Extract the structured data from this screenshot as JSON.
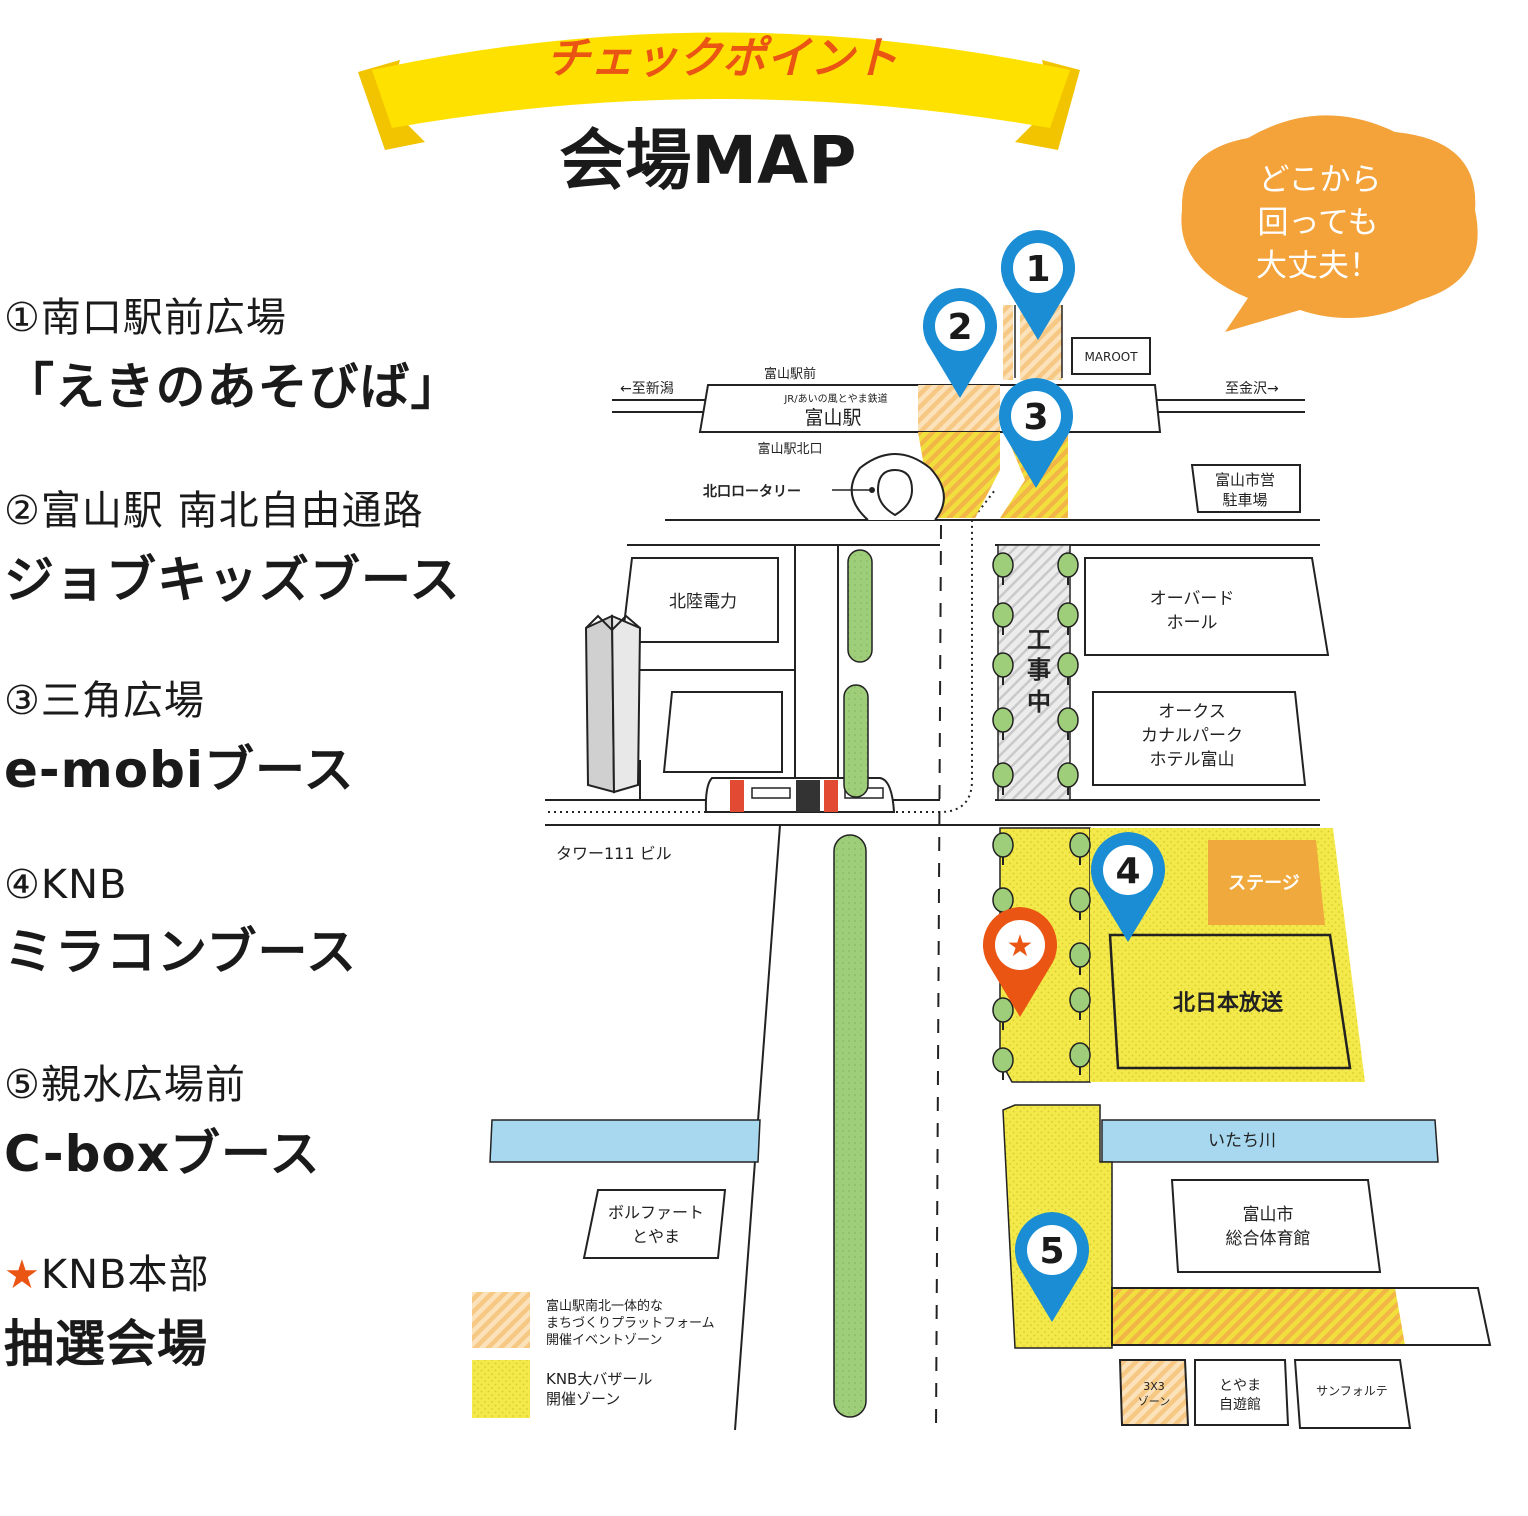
{
  "header": {
    "ribbon_text": "チェックポイント",
    "title": "会場MAP",
    "bubble": [
      "どこから",
      "回っても",
      "大丈夫！"
    ]
  },
  "legend": [
    {
      "line1": "①南口駅前広場",
      "line2": "「えきのあそびば」"
    },
    {
      "line1": "②富山駅 南北自由通路",
      "line2": "ジョブキッズブース"
    },
    {
      "line1": "③三角広場",
      "line2": "e-mobiブース"
    },
    {
      "line1": "④KNB",
      "line2": "ミラコンブース"
    },
    {
      "line1": "⑤親水広場前",
      "line2": "C-boxブース"
    },
    {
      "star": "★",
      "line1": "KNB本部",
      "line2": "抽選会場"
    }
  ],
  "map": {
    "labels": {
      "to_niigata": "←至新潟",
      "to_kanazawa": "至金沢→",
      "station_front": "富山駅前",
      "railway": "JR/あいの風とやま鉄道",
      "station": "富山駅",
      "north_exit": "富山駅北口",
      "rotary": "北口ロータリー",
      "maroot": "MAROOT",
      "parking": [
        "富山市営",
        "駐車場"
      ],
      "hokuriku_denryoku": "北陸電力",
      "orbard": [
        "オーバード",
        "ホール"
      ],
      "construction": [
        "工",
        "事",
        "中"
      ],
      "okura": [
        "オークス",
        "カナルパーク",
        "ホテル富山"
      ],
      "tower": "タワー111 ビル",
      "stage": "ステージ",
      "knb": "北日本放送",
      "river": "いたち川",
      "gym": [
        "富山市",
        "総合体育館"
      ],
      "bolfart": [
        "ボルファート",
        "とやま"
      ],
      "zone_3x3": [
        "3X3",
        "ゾーン"
      ],
      "jiyukan": [
        "とやま",
        "自遊館"
      ],
      "sanforte": "サンフォルテ"
    },
    "key": [
      {
        "lines": [
          "富山駅南北一体的な",
          "まちづくりプラットフォーム",
          "開催イベントゾーン"
        ]
      },
      {
        "lines": [
          "KNB大バザール",
          "開催ゾーン"
        ]
      }
    ],
    "pins": [
      "1",
      "2",
      "3",
      "4",
      "5"
    ],
    "star_pin": "★"
  },
  "colors": {
    "ribbon": "#ffe100",
    "ribbon_text": "#ea5514",
    "bubble": "#f3a33a",
    "pin_blue": "#1a8dd4",
    "pin_orange": "#ea5514",
    "bazaar": "#f3e94b",
    "event_zone": "#f6c884",
    "stage": "#f0a93c",
    "river": "#a8d8f0",
    "tree": "#9fce7a"
  }
}
